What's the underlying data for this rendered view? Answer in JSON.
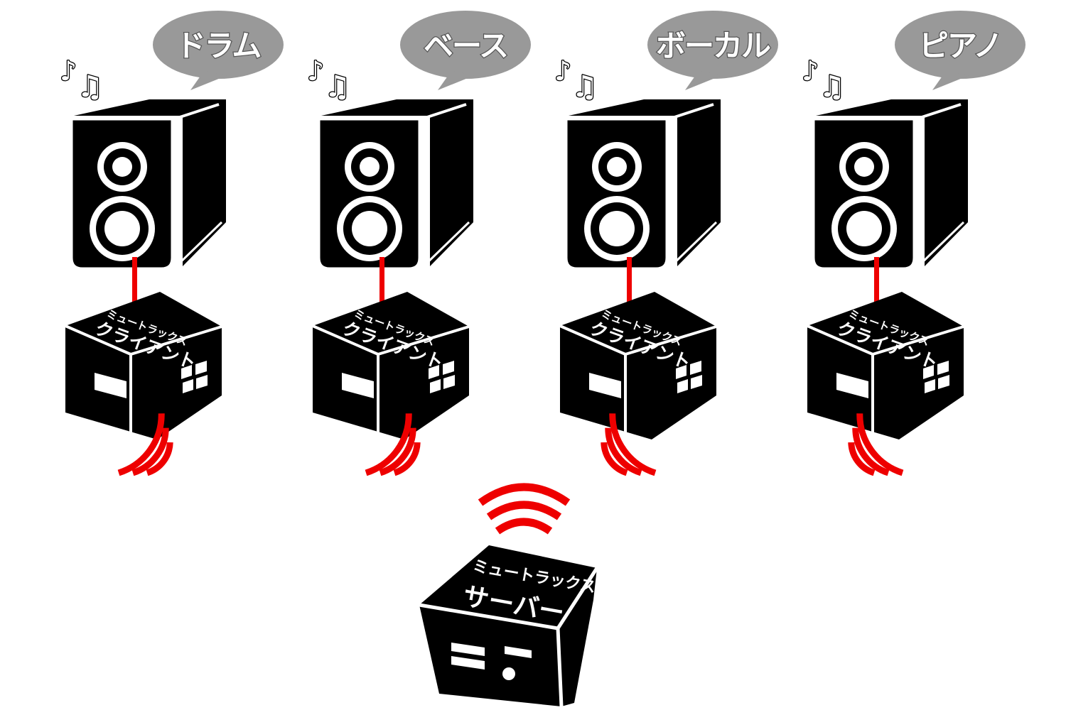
{
  "channels": [
    {
      "label": "ドラム",
      "client_line1": "ミュートラックス",
      "client_line2": "クライアント"
    },
    {
      "label": "ベース",
      "client_line1": "ミュートラックス",
      "client_line2": "クライアント"
    },
    {
      "label": "ボーカル",
      "client_line1": "ミュートラックス",
      "client_line2": "クライアント"
    },
    {
      "label": "ピアノ",
      "client_line1": "ミュートラックス",
      "client_line2": "クライアント"
    }
  ],
  "server": {
    "line1": "ミュートラックス",
    "line2": "サーバー"
  },
  "notes": {
    "small": "♪",
    "double": "♫"
  },
  "icons": {
    "speaker": "speaker-icon",
    "client_box": "client-box-icon",
    "server_box": "server-box-icon",
    "wireless": "wireless-signal-icon",
    "music_notes": "music-notes-icon"
  },
  "colors": {
    "device": "#000000",
    "cable": "#ee0000",
    "signal": "#ee0000",
    "bubble": "#999999",
    "text": "#ffffff"
  }
}
